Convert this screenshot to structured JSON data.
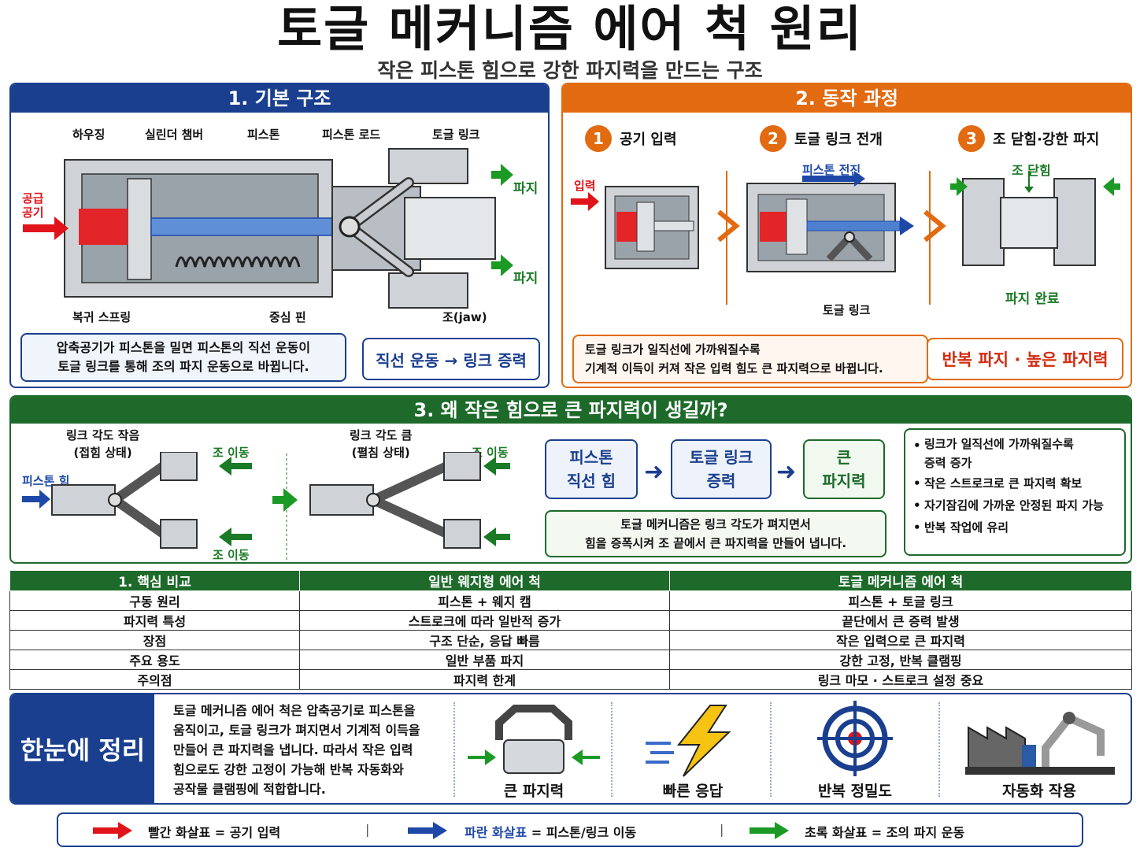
{
  "title": "토글 메커니즘 에어 척 원리",
  "subtitle": "작은 피스톤 힘으로 강한 파지력을 만드는 구조",
  "section1": {
    "header": "1. 기본 구조",
    "labels": {
      "housing": "하우징",
      "cylinder": "실린더 챔버",
      "piston": "피스톤",
      "rod": "피스톤 로드",
      "toggle_link": "토글 링크",
      "air_supply": "공급\n공기",
      "grip_top": "파지",
      "grip_bottom": "파지",
      "return_spring": "복귀 스프링",
      "center_pin": "중심 핀",
      "jaw": "조(jaw)"
    },
    "desc": "압축공기가 피스톤을 밀면 피스톤의 직선 운동이\n토글 링크를 통해 조의 파지 운동으로 바뀝니다.",
    "badge": "직선 운동 → 링크 증력"
  },
  "section2": {
    "header": "2. 동작 과정",
    "steps": [
      {
        "num": "1",
        "label": "공기 입력"
      },
      {
        "num": "2",
        "label": "토글 링크 전개"
      },
      {
        "num": "3",
        "label": "조 닫힘·강한 파지"
      }
    ],
    "input_label": "입력",
    "piston_forward": "피스톤 전진",
    "toggle_link": "토글 링크",
    "jaw_close": "조 닫힘",
    "grip_done": "파지 완료",
    "desc": "토글 링크가 일직선에 가까워질수록\n기계적 이득이 커져 작은 입력 힘도 큰 파지력으로 바뀝니다.",
    "badge": "반복 파지 · 높은 파지력"
  },
  "section3": {
    "header": "3. 왜 작은 힘으로 큰 파지력이 생길까?",
    "small_angle": "링크 각도 작음\n(접힘 상태)",
    "large_angle": "링크 각도 큼\n(펼침 상태)",
    "jaw_move_1": "조 이동",
    "jaw_move_2": "조 이동",
    "jaw_move_3": "조 이동",
    "piston_force": "피스톤 힘",
    "flow": [
      "피스톤\n직선 힘",
      "토글 링크\n증력",
      "큰\n파지력"
    ],
    "note": "토글 메커니즘은 링크 각도가 펴지면서\n힘을 증폭시켜 조 끝에서 큰 파지력을 만들어 냅니다.",
    "bullets": [
      "링크가 일직선에 가까워질수록\n증력 증가",
      "작은 스트로크로 큰 파지력 확보",
      "자기잠김에 가까운 안정된 파지 가능",
      "반복 작업에 유리"
    ]
  },
  "comparison": {
    "headers": [
      "1. 핵심 비교",
      "일반 웨지형 에어 척",
      "토글 메커니즘 에어 척"
    ],
    "rows": [
      [
        "구동 원리",
        "피스톤 + 웨지 캠",
        "피스톤 + 토글 링크"
      ],
      [
        "파지력 특성",
        "스트로크에 따라 일반적 증가",
        "끝단에서 큰 증력 발생"
      ],
      [
        "장점",
        "구조 단순, 응답 빠름",
        "작은 입력으로 큰 파지력"
      ],
      [
        "주요 용도",
        "일반 부품 파지",
        "강한 고정, 반복 클램핑"
      ],
      [
        "주의점",
        "파지력 한계",
        "링크 마모 · 스트로크 설정 중요"
      ]
    ]
  },
  "summary": {
    "header": "한눈에 정리",
    "text": "토글 메커니즘 에어 척은 압축공기로 피스톤을\n움직이고, 토글 링크가 펴지면서 기계적 이득을\n만들어 큰 파지력을 냅니다. 따라서 작은 입력\n힘으로도 강한 고정이 가능해 반복 자동화와\n공작물 클램핑에 적합합니다.",
    "icons": [
      {
        "label": "큰 파지력",
        "icon": "gripper-icon"
      },
      {
        "label": "빠른 응답",
        "icon": "lightning-icon"
      },
      {
        "label": "반복 정밀도",
        "icon": "target-icon"
      },
      {
        "label": "자동화 작용",
        "icon": "factory-robot-icon"
      }
    ]
  },
  "legend": {
    "red": "빨간 화살표 = 공기 입력",
    "blue_word": "파란 화살표",
    "blue_rest": " = 피스톤/링크 이동",
    "green": "초록 화살표 = 조의 파지 운동"
  },
  "colors": {
    "blue": "#1b3f8f",
    "orange": "#e26a10",
    "green": "#1d6a2a",
    "red": "#e0141a"
  }
}
